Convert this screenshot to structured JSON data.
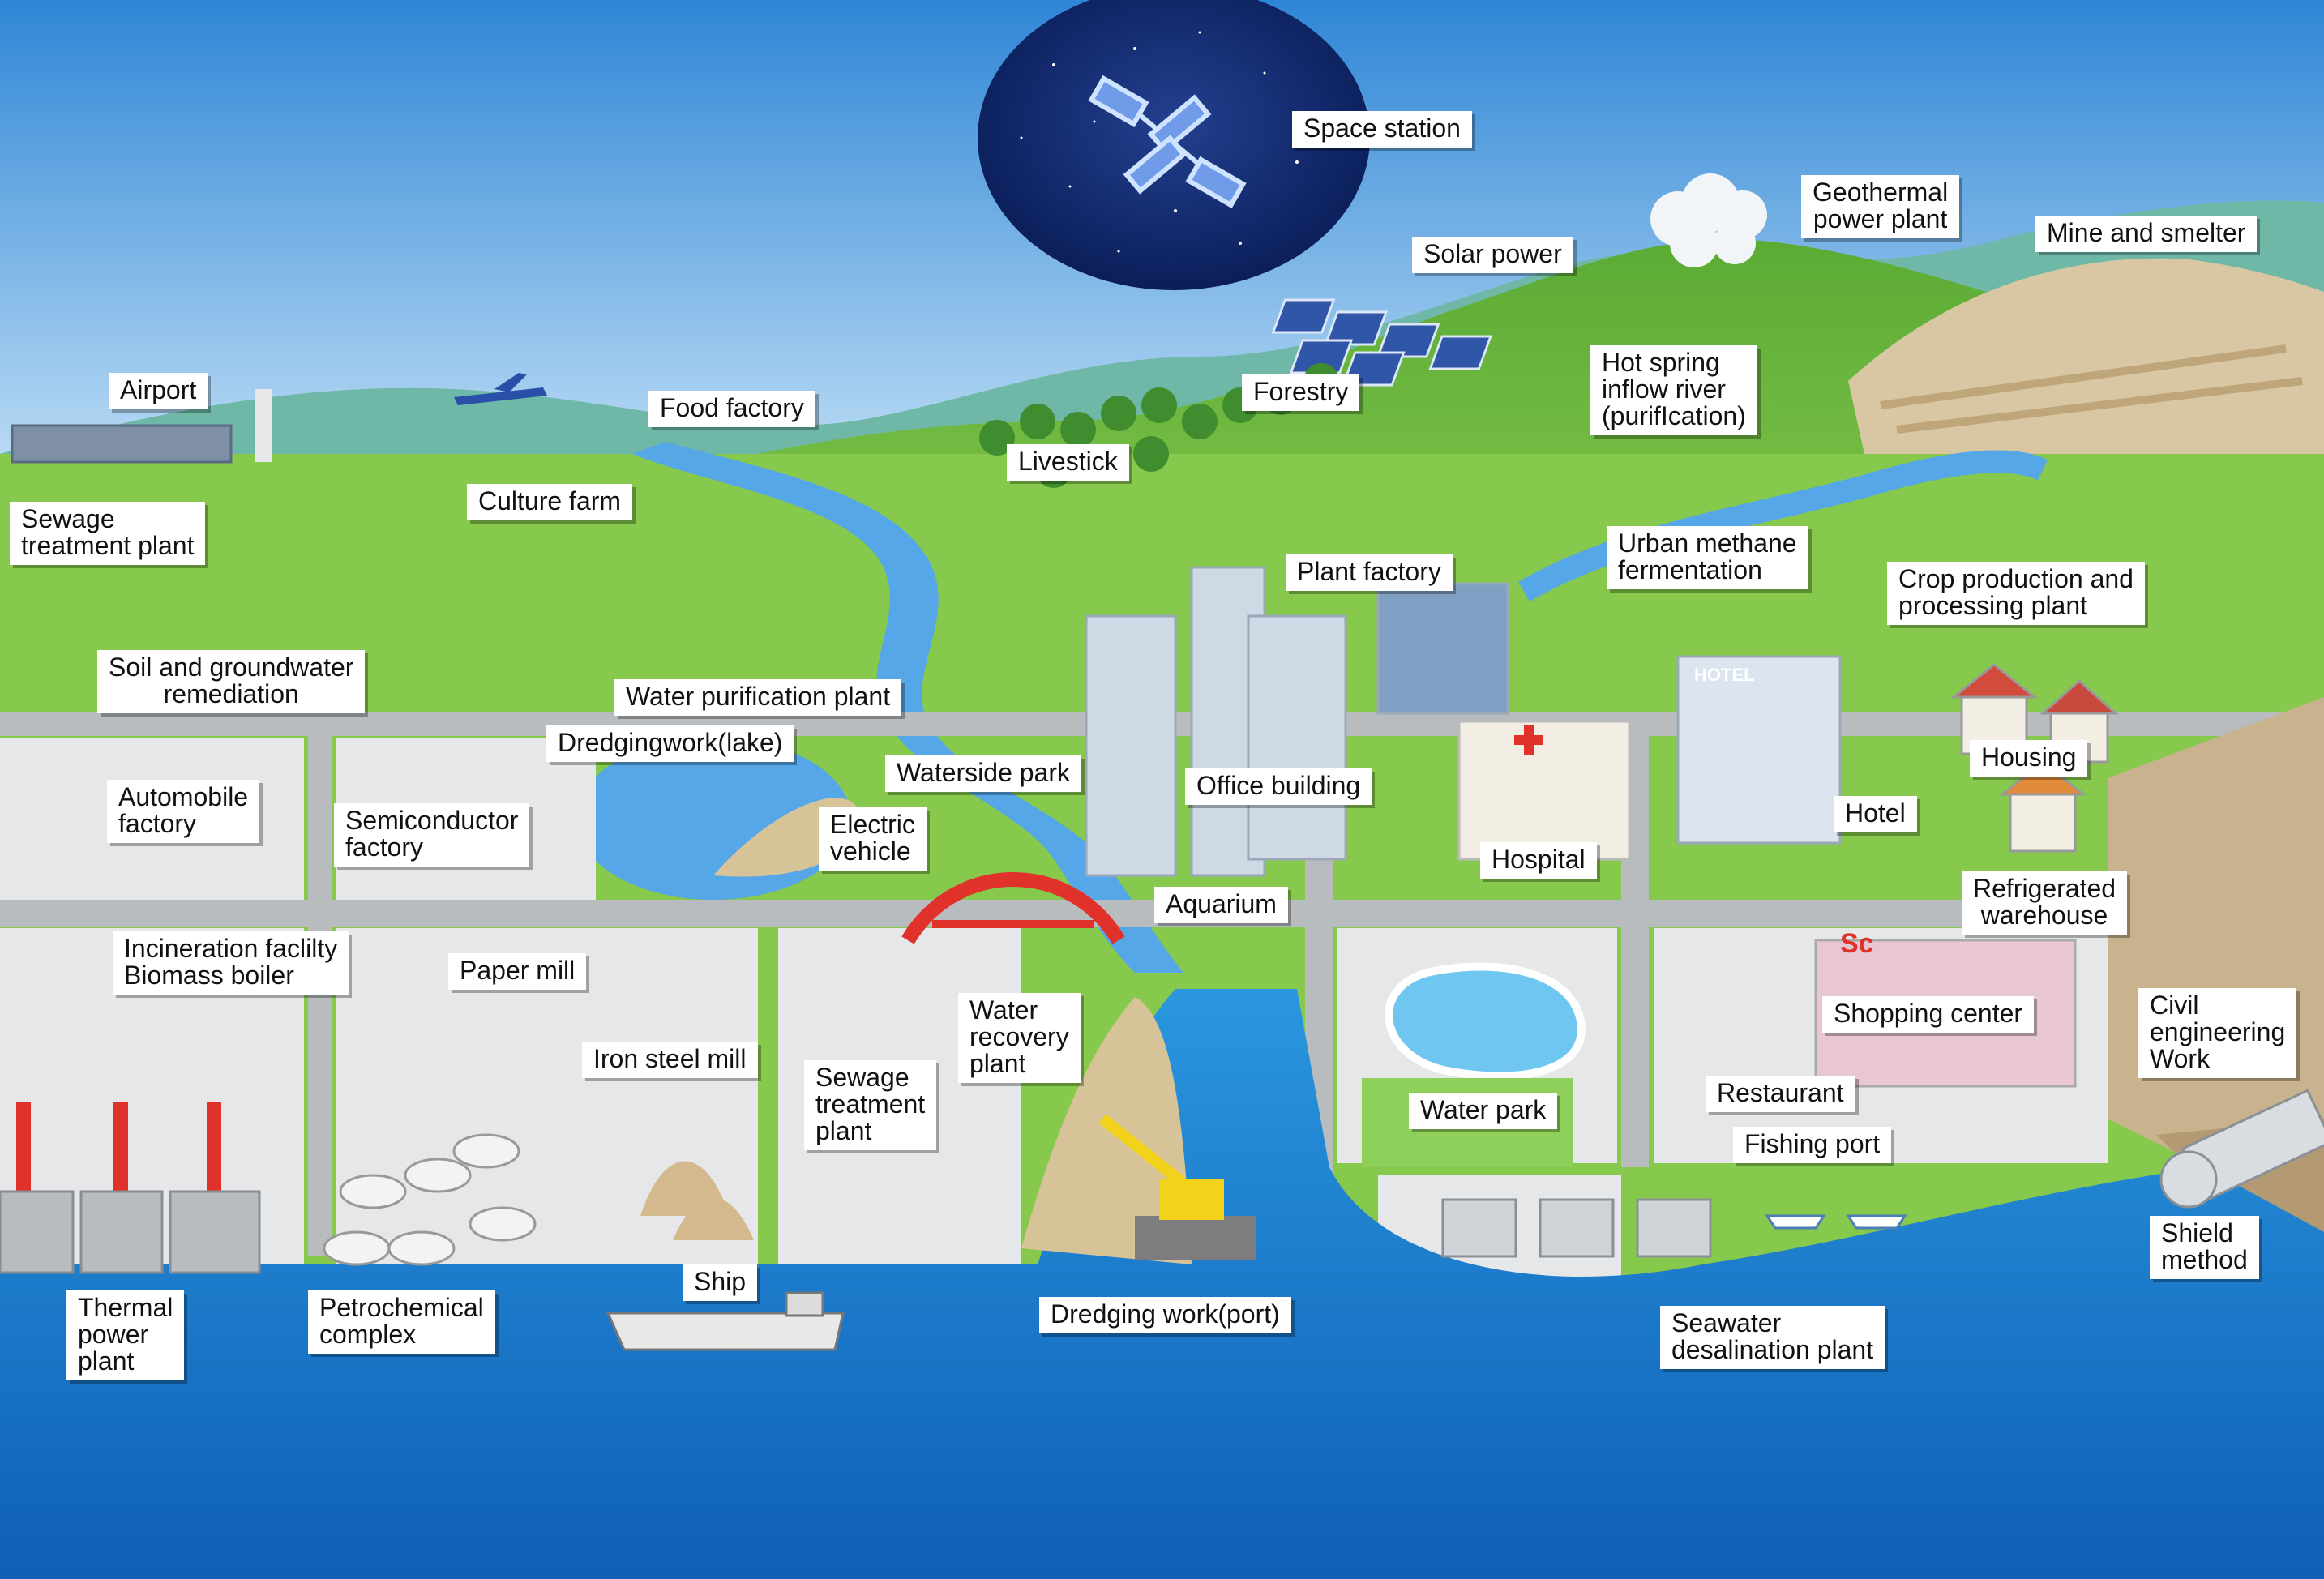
{
  "colors": {
    "sky_top": "#2f86d6",
    "sky_bottom": "#d9eefb",
    "hill": "#7cc342",
    "hill_dark": "#4f9e2e",
    "grass": "#86c94c",
    "road": "#b9bcbe",
    "pavement": "#e6e7e8",
    "river": "#55a7e8",
    "sea": "#1e88d6",
    "sea_deep": "#0f5fb5",
    "night": "#0b1e5a",
    "cliff": "#c9b28e",
    "bridge": "#e0322a"
  },
  "labels": [
    {
      "id": "space-station",
      "text": "Space station"
    },
    {
      "id": "geothermal",
      "text": "Geothermal\npower plant"
    },
    {
      "id": "mine",
      "text": "Mine and smelter"
    },
    {
      "id": "solar",
      "text": "Solar power"
    },
    {
      "id": "hot-spring",
      "text": "Hot spring\ninflow river\n(purifIcation)"
    },
    {
      "id": "airport",
      "text": "Airport"
    },
    {
      "id": "food-factory",
      "text": "Food factory"
    },
    {
      "id": "forestry",
      "text": "Forestry"
    },
    {
      "id": "livestock",
      "text": "Livestick"
    },
    {
      "id": "culture-farm",
      "text": "Culture farm"
    },
    {
      "id": "sewage-top",
      "text": "Sewage\ntreatment plant"
    },
    {
      "id": "plant-factory",
      "text": "Plant factory"
    },
    {
      "id": "urban-methane",
      "text": "Urban methane\nfermentation"
    },
    {
      "id": "crop",
      "text": "Crop production and\nprocessing plant"
    },
    {
      "id": "soil",
      "text": "Soil and groundwater\nremediation"
    },
    {
      "id": "water-purification",
      "text": "Water purification plant"
    },
    {
      "id": "dredging-lake",
      "text": "Dredgingwork(lake)"
    },
    {
      "id": "waterside-park",
      "text": "Waterside park"
    },
    {
      "id": "office",
      "text": "Office building"
    },
    {
      "id": "housing",
      "text": "Housing"
    },
    {
      "id": "automobile",
      "text": "Automobile\nfactory"
    },
    {
      "id": "semiconductor",
      "text": "Semiconductor\nfactory"
    },
    {
      "id": "electric-vehicle",
      "text": "Electric\nvehicle"
    },
    {
      "id": "hospital",
      "text": "Hospital"
    },
    {
      "id": "hotel",
      "text": "Hotel"
    },
    {
      "id": "refrigerated",
      "text": "Refrigerated\nwarehouse"
    },
    {
      "id": "aquarium",
      "text": "Aquarium"
    },
    {
      "id": "incineration",
      "text": "Incineration faclilty\nBiomass boiler"
    },
    {
      "id": "paper-mill",
      "text": "Paper mill"
    },
    {
      "id": "water-recovery",
      "text": "Water\nrecovery\nplant"
    },
    {
      "id": "shopping",
      "text": "Shopping center"
    },
    {
      "id": "civil",
      "text": "Civil\nengineering\nWork"
    },
    {
      "id": "iron-steel",
      "text": "Iron steel mill"
    },
    {
      "id": "sewage-bottom",
      "text": "Sewage\ntreatment\nplant"
    },
    {
      "id": "water-park",
      "text": "Water park"
    },
    {
      "id": "restaurant",
      "text": "Restaurant"
    },
    {
      "id": "fishing-port",
      "text": "Fishing port"
    },
    {
      "id": "shield",
      "text": "Shield\nmethod"
    },
    {
      "id": "ship",
      "text": "Ship"
    },
    {
      "id": "thermal",
      "text": "Thermal\npower\nplant"
    },
    {
      "id": "petrochemical",
      "text": "Petrochemical\ncomplex"
    },
    {
      "id": "dredging-port",
      "text": "Dredging work(port)"
    },
    {
      "id": "seawater",
      "text": "Seawater\ndesalination plant"
    }
  ],
  "signs": {
    "hotel_sign": "HOTEL",
    "shopping_sign": "Sc"
  }
}
